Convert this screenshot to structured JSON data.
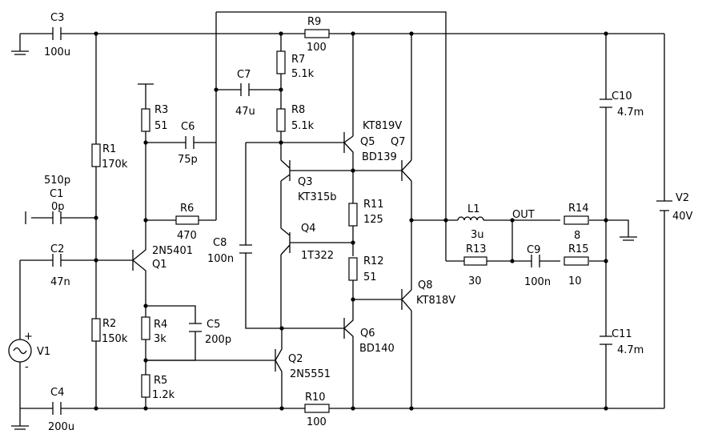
{
  "components": {
    "C3": {
      "ref": "C3",
      "value": "100u"
    },
    "C1": {
      "ref": "C1",
      "value": "0p",
      "alt_value": "510p"
    },
    "C2": {
      "ref": "C2",
      "value": "47n"
    },
    "C4": {
      "ref": "C4",
      "value": "200u"
    },
    "R1": {
      "ref": "R1",
      "value": "170k"
    },
    "R2": {
      "ref": "R2",
      "value": "150k"
    },
    "V1": {
      "ref": "V1",
      "plus": "+",
      "minus": "-"
    },
    "Q1": {
      "ref": "Q1",
      "type": "2N5401"
    },
    "R3": {
      "ref": "R3",
      "value": "51"
    },
    "C6": {
      "ref": "C6",
      "value": "75p"
    },
    "R6": {
      "ref": "R6",
      "value": "470"
    },
    "R4": {
      "ref": "R4",
      "value": "3k"
    },
    "C5": {
      "ref": "C5",
      "value": "200p"
    },
    "R5": {
      "ref": "R5",
      "value": "1.2k"
    },
    "C7": {
      "ref": "C7",
      "value": "47u"
    },
    "R7": {
      "ref": "R7",
      "value": "5.1k"
    },
    "R8": {
      "ref": "R8",
      "value": "5.1k"
    },
    "R9": {
      "ref": "R9",
      "value": "100"
    },
    "R10": {
      "ref": "R10",
      "value": "100"
    },
    "C8": {
      "ref": "C8",
      "value": "100n"
    },
    "Q3": {
      "ref": "Q3",
      "type": "KT315b"
    },
    "Q4": {
      "ref": "Q4",
      "type": "1T322"
    },
    "Q2": {
      "ref": "Q2",
      "type": "2N5551"
    },
    "Q5": {
      "ref": "Q5",
      "type": "BD139",
      "type_alt": "KT819V"
    },
    "Q7": {
      "ref": "Q7"
    },
    "Q6": {
      "ref": "Q6",
      "type": "BD140"
    },
    "Q8": {
      "ref": "Q8",
      "type": "KT818V"
    },
    "R11": {
      "ref": "R11",
      "value": "125"
    },
    "R12": {
      "ref": "R12",
      "value": "51"
    },
    "L1": {
      "ref": "L1",
      "value": "3u"
    },
    "R13": {
      "ref": "R13",
      "value": "30"
    },
    "C9": {
      "ref": "C9",
      "value": "100n"
    },
    "R14": {
      "ref": "R14",
      "value": "8"
    },
    "R15": {
      "ref": "R15",
      "value": "10"
    },
    "C10": {
      "ref": "C10",
      "value": "4.7m"
    },
    "C11": {
      "ref": "C11",
      "value": "4.7m"
    },
    "V2": {
      "ref": "V2",
      "value": "40V"
    }
  },
  "nets": {
    "out": "OUT"
  }
}
